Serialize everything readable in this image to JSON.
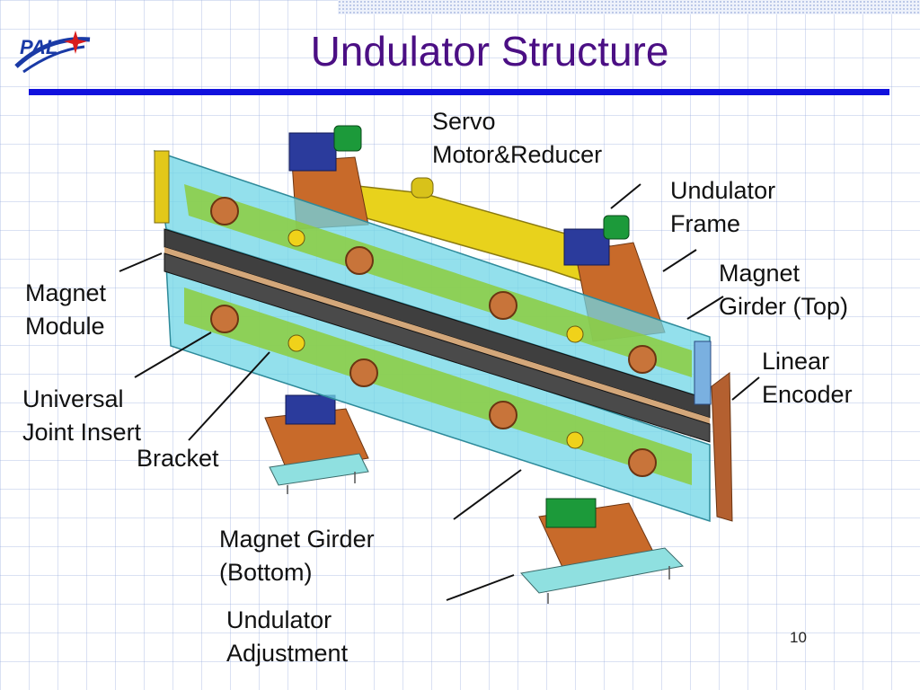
{
  "slide": {
    "title": "Undulator Structure",
    "logo_text": "PAL",
    "page_number": "10"
  },
  "labels": {
    "servo": "Servo\nMotor&Reducer",
    "frame": "Undulator\nFrame",
    "girder_top": "Magnet\nGirder (Top)",
    "magnet_module": "Magnet\nModule",
    "linear_encoder": "Linear\nEncoder",
    "universal_joint": "Universal\nJoint Insert",
    "bracket": "Bracket",
    "girder_bottom": "Magnet Girder\n(Bottom)",
    "adjustment": "Undulator\nAdjustment"
  },
  "colors": {
    "title": "#4b0f84",
    "rule": "#1111dd",
    "glass": "#6fd6e6",
    "yellow_frame": "#e8d21c",
    "copper": "#c86a2a",
    "motor_blue": "#2b3b9c",
    "motor_green": "#1c9a3a",
    "plate_green": "#8ccd3e"
  }
}
